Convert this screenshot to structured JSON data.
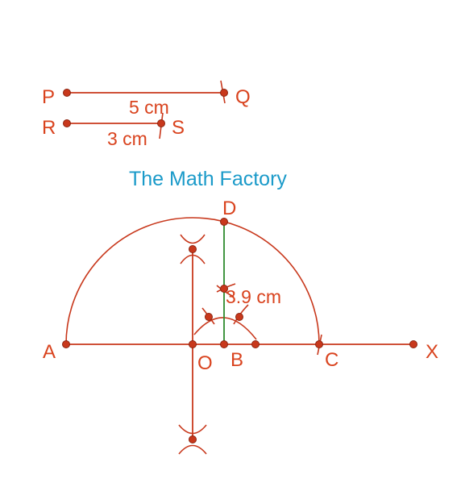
{
  "title": "The Math Factory",
  "colors": {
    "construction": "#c8381c",
    "label": "#d9431e",
    "perpendicular": "#2e8b2e",
    "brand": "#1a9ac9"
  },
  "segments": {
    "pq": {
      "start": "P",
      "end": "Q",
      "length_label": "5 cm"
    },
    "rs": {
      "start": "R",
      "end": "S",
      "length_label": "3 cm"
    }
  },
  "points": {
    "A": "A",
    "O": "O",
    "B": "B",
    "C": "C",
    "X": "X",
    "D": "D"
  },
  "measurement": "3.9 cm"
}
